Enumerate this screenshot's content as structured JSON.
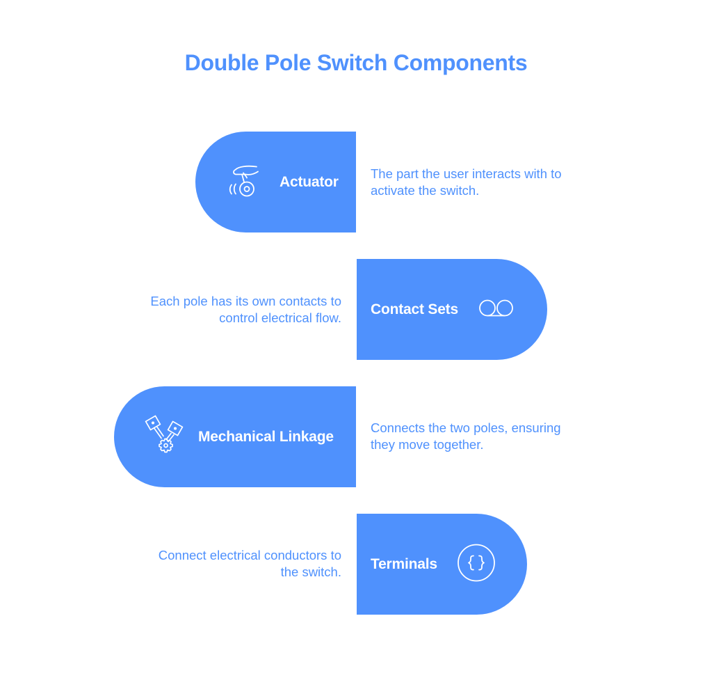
{
  "title": "Double Pole Switch Components",
  "colors": {
    "accent": "#4F91FD",
    "background": "#FFFFFF",
    "label_text": "#FFFFFF"
  },
  "components": [
    {
      "name": "Actuator",
      "icon": "hand-pressing-dial-icon",
      "description_line1": "The part the user interacts with to",
      "description_line2": "activate the switch."
    },
    {
      "name": "Contact Sets",
      "icon": "double-circle-contacts-icon",
      "description_line1": "Each pole has its own contacts to",
      "description_line2": "control electrical flow."
    },
    {
      "name": "Mechanical Linkage",
      "icon": "piston-gear-linkage-icon",
      "description_line1": "Connects the two poles, ensuring",
      "description_line2": "they move together."
    },
    {
      "name": "Terminals",
      "icon": "curly-braces-circle-icon",
      "description_line1": "Connect electrical conductors to",
      "description_line2": "the switch."
    }
  ]
}
